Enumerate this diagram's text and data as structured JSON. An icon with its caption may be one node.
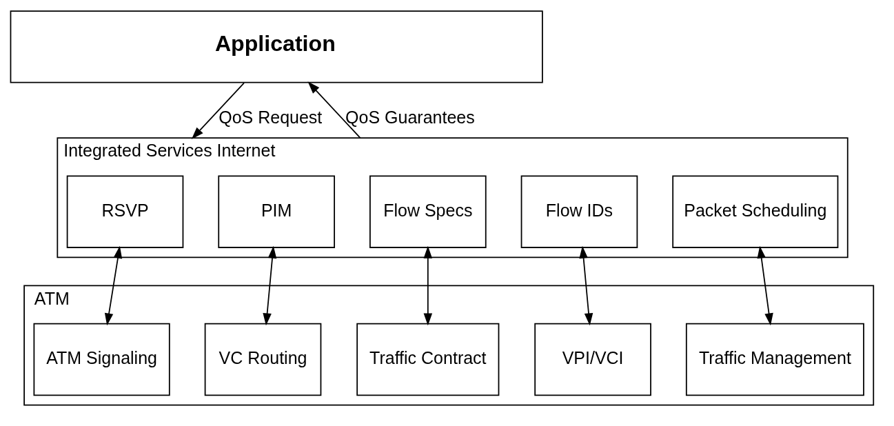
{
  "diagram": {
    "nodes": [
      {
        "text": [
          "Application"
        ]
      },
      {
        "text": [
          "Integrated Services Internet"
        ]
      },
      {
        "text": [
          "RSVP"
        ],
        "in": 1
      },
      {
        "text": [
          "PIM"
        ],
        "in": 1
      },
      {
        "text": [
          "Flow Specs"
        ],
        "in": 1
      },
      {
        "text": [
          "Flow IDs"
        ],
        "in": 1
      },
      {
        "text": [
          "Packet Scheduling"
        ],
        "in": 1
      },
      {
        "text": [
          "ATM"
        ]
      },
      {
        "text": [
          "ATM Signaling"
        ],
        "in": 7
      },
      {
        "text": [
          "VC Routing"
        ],
        "in": 7
      },
      {
        "text": [
          "Traffic Contract"
        ],
        "in": 7
      },
      {
        "text": [
          "VPI/VCI"
        ],
        "in": 7
      },
      {
        "text": [
          "Traffic Management"
        ],
        "in": 7
      }
    ],
    "edges": [
      {
        "from": 0,
        "to": 1,
        "arrow": "to",
        "label": "QoS Request"
      },
      {
        "from": 1,
        "to": 0,
        "arrow": "to",
        "label": "QoS Guarantees"
      },
      {
        "from": 2,
        "to": 8,
        "arrow": "both"
      },
      {
        "from": 3,
        "to": 9,
        "arrow": "both"
      },
      {
        "from": 4,
        "to": 10,
        "arrow": "both"
      },
      {
        "from": 5,
        "to": 11,
        "arrow": "both"
      },
      {
        "from": 6,
        "to": 12,
        "arrow": "both"
      }
    ]
  }
}
